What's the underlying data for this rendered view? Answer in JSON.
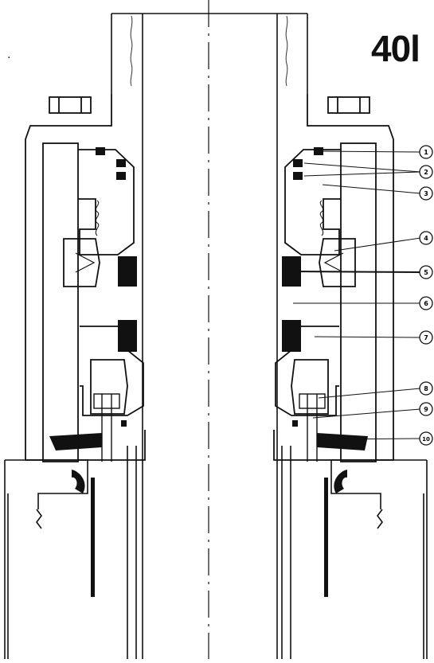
{
  "drawing": {
    "model_label": "40l",
    "stray_mark": ".",
    "callouts": [
      {
        "number": "1"
      },
      {
        "number": "2"
      },
      {
        "number": "3"
      },
      {
        "number": "4"
      },
      {
        "number": "5"
      },
      {
        "number": "6"
      },
      {
        "number": "7"
      },
      {
        "number": "8"
      },
      {
        "number": "9"
      },
      {
        "number": "10"
      }
    ]
  }
}
